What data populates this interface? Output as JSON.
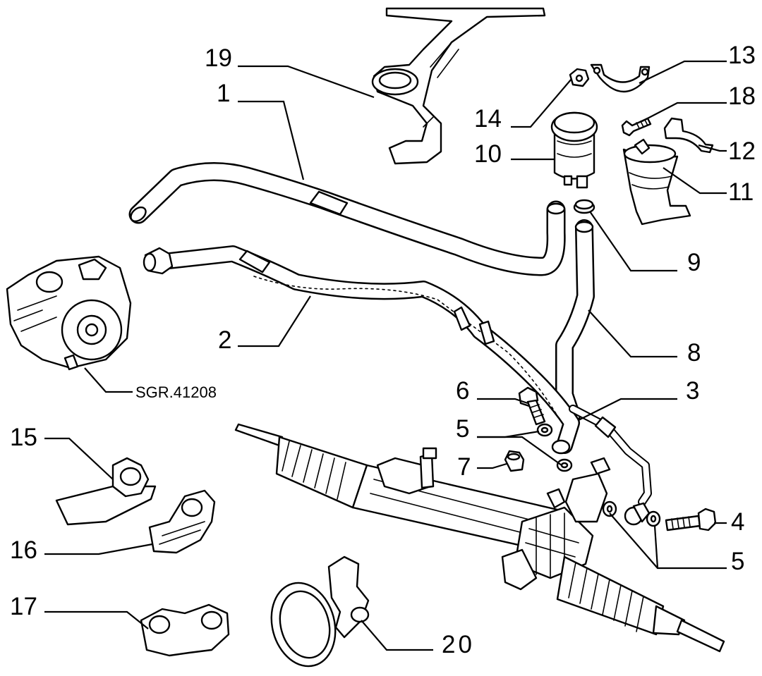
{
  "diagram": {
    "reference_code": "SGR.41208",
    "callouts": {
      "p1": "1",
      "p2": "2",
      "p3": "3",
      "p4": "4",
      "p5a": "5",
      "p5b": "5",
      "p5c": "5",
      "p6": "6",
      "p7": "7",
      "p8": "8",
      "p9": "9",
      "p10": "10",
      "p11": "11",
      "p12": "12",
      "p13": "13",
      "p14": "14",
      "p15": "15",
      "p16": "16",
      "p17": "17",
      "p18": "18",
      "p19": "19",
      "p20": "20"
    }
  }
}
